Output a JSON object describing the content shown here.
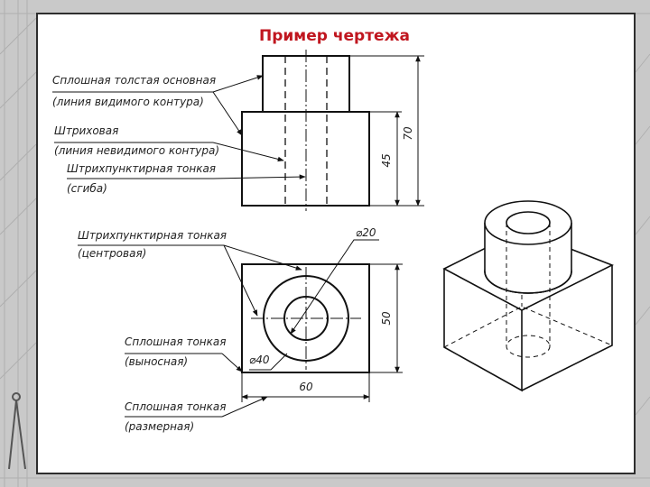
{
  "title": "Пример чертежа",
  "colors": {
    "title": "#c0161f",
    "line": "#111111",
    "sheet": "#ffffff",
    "background": "#c9c9c9"
  },
  "labels": {
    "main_line_1": "Сплошная толстая основная",
    "main_line_2": "(линия видимого контура)",
    "dashed_1": "Штриховая",
    "dashed_2": "(линия невидимого контура)",
    "dashdot_bend_1": "Штрихпунктирная тонкая",
    "dashdot_bend_2": "(сгиба)",
    "dashdot_center_1": "Штрихпунктирная тонкая",
    "dashdot_center_2": "(центровая)",
    "thin_ext_1": "Сплошная тонкая",
    "thin_ext_2": "(выносная)",
    "thin_dim_1": "Сплошная тонкая",
    "thin_dim_2": "(размерная)"
  },
  "dimensions": {
    "height_total": "70",
    "height_base": "45",
    "diameter_inner": "⌀20",
    "diameter_outer": "⌀40",
    "width": "60",
    "depth": "50"
  }
}
